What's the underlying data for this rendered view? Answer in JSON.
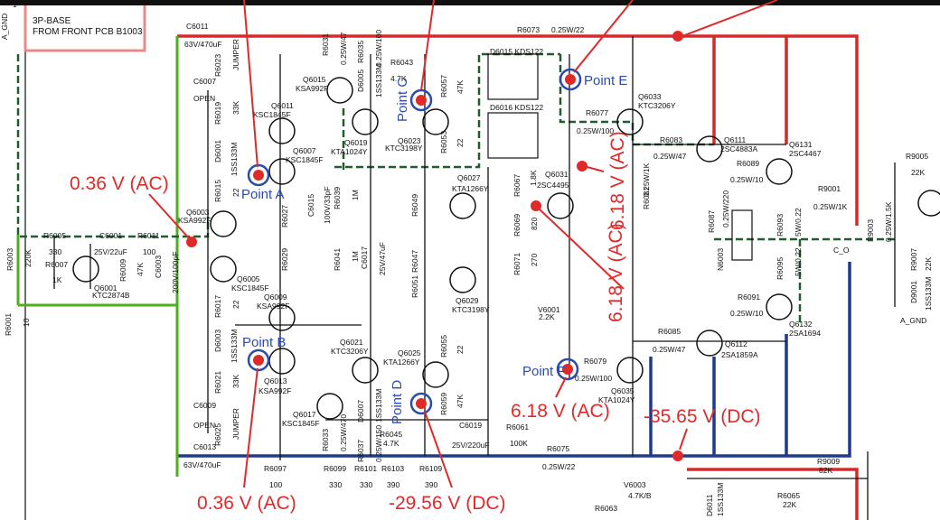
{
  "board_box": {
    "line1": "3P-BASE",
    "line2": "FROM FRONT PCB B1003",
    "pin": "1",
    "gnd": "A_GND"
  },
  "components": [
    {
      "id": "C6011",
      "text": "C6011"
    },
    {
      "id": "C6011v",
      "text": "63V/470uF"
    },
    {
      "id": "R6023",
      "text": "R6023"
    },
    {
      "id": "JUMPER1",
      "text": "JUMPER"
    },
    {
      "id": "C6007",
      "text": "C6007"
    },
    {
      "id": "OPEN1",
      "text": "OPEN"
    },
    {
      "id": "R6019",
      "text": "R6019"
    },
    {
      "id": "R6019v",
      "text": "33K"
    },
    {
      "id": "D6001",
      "text": "D6001"
    },
    {
      "id": "D6001v",
      "text": "1SS133M"
    },
    {
      "id": "R6015",
      "text": "R6015"
    },
    {
      "id": "R6015v",
      "text": "22"
    },
    {
      "id": "Q6003",
      "text": "Q6003"
    },
    {
      "id": "Q6003v",
      "text": "KSA992F"
    },
    {
      "id": "Q6005",
      "text": "Q6005"
    },
    {
      "id": "Q6005v",
      "text": "KSC1845F"
    },
    {
      "id": "Q6007",
      "text": "Q6007"
    },
    {
      "id": "Q6007v",
      "text": "KSC1845F"
    },
    {
      "id": "Q6011",
      "text": "Q6011"
    },
    {
      "id": "Q6011v",
      "text": "KSC1845F"
    },
    {
      "id": "Q6015",
      "text": "Q6015"
    },
    {
      "id": "Q6015v",
      "text": "KSA992F"
    },
    {
      "id": "R6031",
      "text": "R6031"
    },
    {
      "id": "R6031v",
      "text": "0.25W/47"
    },
    {
      "id": "R6035",
      "text": "R6035"
    },
    {
      "id": "R6035v",
      "text": "0.25W/100"
    },
    {
      "id": "R6043",
      "text": "R6043"
    },
    {
      "id": "R6043v",
      "text": "4.7K"
    },
    {
      "id": "D6005",
      "text": "D6005"
    },
    {
      "id": "D6005v",
      "text": "1SS133M"
    },
    {
      "id": "Q6019",
      "text": "Q6019"
    },
    {
      "id": "Q6019v",
      "text": "KTA1024Y"
    },
    {
      "id": "R6057",
      "text": "R6057"
    },
    {
      "id": "R6057v",
      "text": "47K"
    },
    {
      "id": "Q6023",
      "text": "Q6023"
    },
    {
      "id": "Q6023v",
      "text": "KTC3198Y"
    },
    {
      "id": "R6053",
      "text": "R6053"
    },
    {
      "id": "R6053v",
      "text": "22"
    },
    {
      "id": "R6073",
      "text": "R6073"
    },
    {
      "id": "R6073v",
      "text": "0.25W/22"
    },
    {
      "id": "D6015",
      "text": "D6015 KDS122"
    },
    {
      "id": "D6016",
      "text": "D6016 KDS122"
    },
    {
      "id": "Q6033",
      "text": "Q6033"
    },
    {
      "id": "Q6033v",
      "text": "KTC3206Y"
    },
    {
      "id": "R6077",
      "text": "R6077"
    },
    {
      "id": "R6077v",
      "text": "0.25W/100"
    },
    {
      "id": "R6083",
      "text": "R6083"
    },
    {
      "id": "R6083v",
      "text": "0.25W/47"
    },
    {
      "id": "Q6111",
      "text": "Q6111"
    },
    {
      "id": "Q6111v",
      "text": "2SC4883A"
    },
    {
      "id": "R6089",
      "text": "R6089"
    },
    {
      "id": "R6089v",
      "text": "0.25W/10"
    },
    {
      "id": "Q6131",
      "text": "Q6131"
    },
    {
      "id": "Q6131v",
      "text": "2SC4467"
    },
    {
      "id": "R9005",
      "text": "R9005"
    },
    {
      "id": "R9005v",
      "text": "22K"
    },
    {
      "id": "R9001",
      "text": "R9001"
    },
    {
      "id": "R9001v",
      "text": "0.25W/1K"
    },
    {
      "id": "R6005",
      "text": "R6005"
    },
    {
      "id": "R6005v",
      "text": "330"
    },
    {
      "id": "C6001",
      "text": "C6001"
    },
    {
      "id": "C6001v",
      "text": "25V/22uF"
    },
    {
      "id": "R6011",
      "text": "R6011"
    },
    {
      "id": "R6011v",
      "text": "100"
    },
    {
      "id": "R6003",
      "text": "R6003"
    },
    {
      "id": "R6003v",
      "text": "220K"
    },
    {
      "id": "R6007",
      "text": "R6007"
    },
    {
      "id": "R6007v",
      "text": "1K"
    },
    {
      "id": "Q6001",
      "text": "Q6001"
    },
    {
      "id": "Q6001v",
      "text": "KTC2874B"
    },
    {
      "id": "R6009",
      "text": "R6009"
    },
    {
      "id": "R6009v",
      "text": "47K"
    },
    {
      "id": "C6003",
      "text": "C6003"
    },
    {
      "id": "C6003v",
      "text": "200V/100pF"
    },
    {
      "id": "R6001",
      "text": "R6001"
    },
    {
      "id": "R6001v",
      "text": "10"
    },
    {
      "id": "R6027",
      "text": "R6027"
    },
    {
      "id": "R6029",
      "text": "R6029"
    },
    {
      "id": "C6015",
      "text": "C6015"
    },
    {
      "id": "C6015v",
      "text": "100V/33pF"
    },
    {
      "id": "R6039",
      "text": "R6039"
    },
    {
      "id": "R6039v",
      "text": "1M"
    },
    {
      "id": "R6041",
      "text": "R6041"
    },
    {
      "id": "R6041v",
      "text": "1M"
    },
    {
      "id": "C6017",
      "text": "C6017"
    },
    {
      "id": "C6017v",
      "text": "25V/47uF"
    },
    {
      "id": "R6049",
      "text": "R6049"
    },
    {
      "id": "R6047",
      "text": "R6047"
    },
    {
      "id": "R6051",
      "text": "R6051"
    },
    {
      "id": "Q6027",
      "text": "Q6027"
    },
    {
      "id": "Q6027v",
      "text": "KTA1266Y"
    },
    {
      "id": "Q6029",
      "text": "Q6029"
    },
    {
      "id": "Q6029v",
      "text": "KTC3198Y"
    },
    {
      "id": "R6067",
      "text": "R6067"
    },
    {
      "id": "R6067v",
      "text": "1.8K"
    },
    {
      "id": "Q6031",
      "text": "Q6031"
    },
    {
      "id": "Q6031v",
      "text": "2SC4495"
    },
    {
      "id": "R6069",
      "text": "R6069"
    },
    {
      "id": "R6069v",
      "text": "820"
    },
    {
      "id": "R6071",
      "text": "R6071"
    },
    {
      "id": "R6071v",
      "text": "270"
    },
    {
      "id": "V6001",
      "text": "V6001"
    },
    {
      "id": "V6001v",
      "text": "2.2K"
    },
    {
      "id": "R6081",
      "text": "R6081"
    },
    {
      "id": "R6081v",
      "text": "0.25W/1K"
    },
    {
      "id": "R6087",
      "text": "R6087"
    },
    {
      "id": "R6087v",
      "text": "0.25W/220"
    },
    {
      "id": "R6093",
      "text": "R6093"
    },
    {
      "id": "R6093v",
      "text": "5W/0.22"
    },
    {
      "id": "R6095",
      "text": "R6095"
    },
    {
      "id": "R6095v",
      "text": "5W/0.22"
    },
    {
      "id": "N6003",
      "text": "N6003"
    },
    {
      "id": "R9003",
      "text": "R9003"
    },
    {
      "id": "R9003v",
      "text": "0.25W/1.5K"
    },
    {
      "id": "R9007",
      "text": "R9007"
    },
    {
      "id": "R9007v",
      "text": "22K"
    },
    {
      "id": "D9001",
      "text": "D9001"
    },
    {
      "id": "D9001v",
      "text": "1SS133M"
    },
    {
      "id": "AGND2",
      "text": "A_GND"
    },
    {
      "id": "CO",
      "text": "C_O"
    },
    {
      "id": "Q6009",
      "text": "Q6009"
    },
    {
      "id": "Q6009v",
      "text": "KSA992F"
    },
    {
      "id": "R6017",
      "text": "R6017"
    },
    {
      "id": "R6017v",
      "text": "22"
    },
    {
      "id": "D6003",
      "text": "D6003"
    },
    {
      "id": "D6003v",
      "text": "1SS133M"
    },
    {
      "id": "R6021",
      "text": "R6021"
    },
    {
      "id": "R6021v",
      "text": "33K"
    },
    {
      "id": "Q6013",
      "text": "Q6013"
    },
    {
      "id": "Q6013v",
      "text": "KSA992F"
    },
    {
      "id": "C6009",
      "text": "C6009"
    },
    {
      "id": "OPEN2",
      "text": "OPEN"
    },
    {
      "id": "R6025",
      "text": "R6025"
    },
    {
      "id": "JUMPER2",
      "text": "JUMPER"
    },
    {
      "id": "C6013",
      "text": "C6013"
    },
    {
      "id": "C6013v",
      "text": "63V/470uF"
    },
    {
      "id": "Q6021",
      "text": "Q6021"
    },
    {
      "id": "Q6021v",
      "text": "KTC3206Y"
    },
    {
      "id": "Q6017",
      "text": "Q6017"
    },
    {
      "id": "Q6017v",
      "text": "KSC1845F"
    },
    {
      "id": "R6033",
      "text": "R6033"
    },
    {
      "id": "R6033v",
      "text": "0.25W/470"
    },
    {
      "id": "D6007",
      "text": "D6007"
    },
    {
      "id": "D6007v",
      "text": "1SS133M"
    },
    {
      "id": "R6037",
      "text": "R6037"
    },
    {
      "id": "R6037v",
      "text": "0.25W/150"
    },
    {
      "id": "R6045",
      "text": "R6045"
    },
    {
      "id": "R6045v",
      "text": "4.7K"
    },
    {
      "id": "Q6025",
      "text": "Q6025"
    },
    {
      "id": "Q6025v",
      "text": "KTA1266Y"
    },
    {
      "id": "R6055",
      "text": "R6055"
    },
    {
      "id": "R6055v",
      "text": "22"
    },
    {
      "id": "R6059",
      "text": "R6059"
    },
    {
      "id": "R6059v",
      "text": "47K"
    },
    {
      "id": "C6019",
      "text": "C6019"
    },
    {
      "id": "C6019v",
      "text": "25V/220uF"
    },
    {
      "id": "R6061",
      "text": "R6061"
    },
    {
      "id": "R6061v",
      "text": "100K"
    },
    {
      "id": "R6075",
      "text": "R6075"
    },
    {
      "id": "R6075v",
      "text": "0.25W/22"
    },
    {
      "id": "R6079",
      "text": "R6079"
    },
    {
      "id": "R6079v",
      "text": "0.25W/100"
    },
    {
      "id": "Q6035",
      "text": "Q6035"
    },
    {
      "id": "Q6035v",
      "text": "KTA1024Y"
    },
    {
      "id": "R6085",
      "text": "R6085"
    },
    {
      "id": "R6085v",
      "text": "0.25W/47"
    },
    {
      "id": "Q6112",
      "text": "Q6112"
    },
    {
      "id": "Q6112v",
      "text": "2SA1859A"
    },
    {
      "id": "R6091",
      "text": "R6091"
    },
    {
      "id": "R6091v",
      "text": "0.25W/10"
    },
    {
      "id": "Q6132",
      "text": "Q6132"
    },
    {
      "id": "Q6132v",
      "text": "2SA1694"
    },
    {
      "id": "R6097",
      "text": "R6097"
    },
    {
      "id": "R6097v",
      "text": "100"
    },
    {
      "id": "R6099",
      "text": "R6099"
    },
    {
      "id": "R6099v",
      "text": "330"
    },
    {
      "id": "R6101",
      "text": "R6101"
    },
    {
      "id": "R6101v",
      "text": "330"
    },
    {
      "id": "R6103",
      "text": "R6103"
    },
    {
      "id": "R6103v",
      "text": "390"
    },
    {
      "id": "R6109",
      "text": "R6109"
    },
    {
      "id": "R6109v",
      "text": "390"
    },
    {
      "id": "V6003",
      "text": "V6003"
    },
    {
      "id": "V6003v",
      "text": "4.7K/B"
    },
    {
      "id": "R6063",
      "text": "R6063"
    },
    {
      "id": "R6065",
      "text": "R6065"
    },
    {
      "id": "R6065v",
      "text": "22K"
    },
    {
      "id": "R9009",
      "text": "R9009"
    },
    {
      "id": "R9009v",
      "text": "82K"
    },
    {
      "id": "D6011",
      "text": "D6011"
    },
    {
      "id": "D6011v",
      "text": "1SS133M"
    }
  ],
  "points": {
    "a": "Point A",
    "b": "Point B",
    "c": "Point C",
    "d": "Point D",
    "e": "Point E",
    "f": "Point F"
  },
  "measurements": {
    "in_ac": "0.36 V (AC)",
    "b_ac": "0.36 V (AC)",
    "d_dc": "-29.56 V (DC)",
    "f_ac": "6.18 V (AC)",
    "q_ac1": "6.18 V (AC)",
    "q_ac2": "6.18 V (AC)",
    "neg_rail": "-35.65 V (DC)"
  },
  "colors": {
    "positive_rail": "#d42a2a",
    "negative_rail": "#1f3a8c",
    "ground": "#4caf1f",
    "annotation": "#e02a2a",
    "probe": "#2c4bb0",
    "signal_path": "#1f5e2a"
  }
}
